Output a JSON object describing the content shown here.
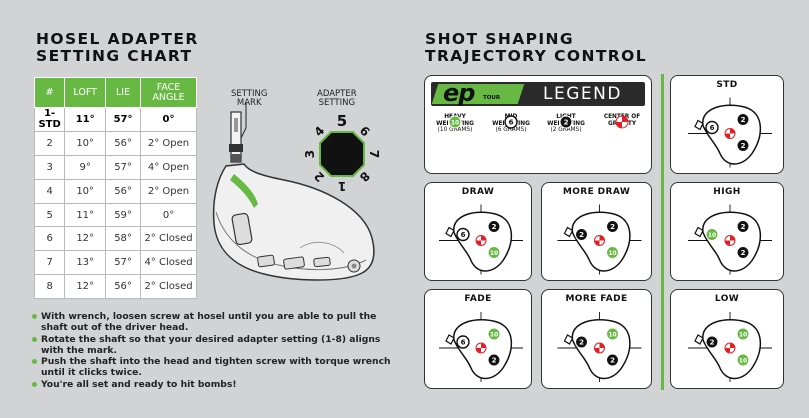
{
  "left": {
    "title_line1": "HOSEL ADAPTER",
    "title_line2": "SETTING CHART",
    "table": {
      "headers": [
        "#",
        "LOFT",
        "LIE",
        "FACE ANGLE"
      ],
      "rows": [
        [
          "1-STD",
          "11°",
          "57°",
          "0°"
        ],
        [
          "2",
          "10°",
          "56°",
          "2° Open"
        ],
        [
          "3",
          "9°",
          "57°",
          "4° Open"
        ],
        [
          "4",
          "10°",
          "56°",
          "2° Open"
        ],
        [
          "5",
          "11°",
          "59°",
          "0°"
        ],
        [
          "6",
          "12°",
          "58°",
          "2° Closed"
        ],
        [
          "7",
          "13°",
          "57°",
          "4° Closed"
        ],
        [
          "8",
          "12°",
          "56°",
          "2° Closed"
        ]
      ]
    },
    "setting_mark_label": "SETTING\nMARK",
    "adapter_setting_label": "ADAPTER\nSETTING",
    "dial_numbers": [
      "1",
      "2",
      "3",
      "4",
      "5",
      "6",
      "7",
      "8"
    ],
    "bullets": [
      "With wrench, loosen screw at hosel until you are able to pull the shaft out of the driver head.",
      "Rotate the shaft so that your desired adapter setting (1-8) aligns with the mark.",
      "Push the shaft into the head and tighten screw with torque wrench until it clicks twice.",
      "You're all set and ready to hit bombs!"
    ]
  },
  "right": {
    "title_line1": "SHOT SHAPING",
    "title_line2": "TRAJECTORY CONTROL",
    "legend": {
      "logo": "ep",
      "logo_sub": "TOUR",
      "title": "LEGEND",
      "items": [
        {
          "glyph": "10",
          "name": "HEAVY\nWEIGHTING",
          "sub": "(10 GRAMS)"
        },
        {
          "glyph": "6",
          "name": "MID\nWEIGHTING",
          "sub": "(6 GRAMS)"
        },
        {
          "glyph": "2",
          "name": "LIGHT\nWEIGHTING",
          "sub": "(2 GRAMS)"
        },
        {
          "glyph": "",
          "name": "CENTER OF\nGRAVITY",
          "sub": ""
        }
      ]
    },
    "cards": [
      {
        "id": "std",
        "label": "STD",
        "w": [
          {
            "pos": "heel",
            "g": "6"
          },
          {
            "pos": "toe",
            "g": "2"
          },
          {
            "pos": "back",
            "g": "2"
          }
        ]
      },
      {
        "id": "draw",
        "label": "DRAW",
        "w": [
          {
            "pos": "toe",
            "g": "2"
          },
          {
            "pos": "heel",
            "g": "6"
          },
          {
            "pos": "back",
            "g": "10"
          }
        ]
      },
      {
        "id": "more-draw",
        "label": "MORE DRAW",
        "w": [
          {
            "pos": "toe",
            "g": "2"
          },
          {
            "pos": "heel",
            "g": "2"
          },
          {
            "pos": "back",
            "g": "10"
          }
        ]
      },
      {
        "id": "high",
        "label": "HIGH",
        "w": [
          {
            "pos": "toe",
            "g": "2"
          },
          {
            "pos": "heel",
            "g": "10"
          },
          {
            "pos": "back",
            "g": "2"
          }
        ]
      },
      {
        "id": "fade",
        "label": "FADE",
        "w": [
          {
            "pos": "toe",
            "g": "10"
          },
          {
            "pos": "heel",
            "g": "6"
          },
          {
            "pos": "back",
            "g": "2"
          }
        ]
      },
      {
        "id": "more-fade",
        "label": "MORE FADE",
        "w": [
          {
            "pos": "toe",
            "g": "10"
          },
          {
            "pos": "heel",
            "g": "2"
          },
          {
            "pos": "back",
            "g": "2"
          }
        ]
      },
      {
        "id": "low",
        "label": "LOW",
        "w": [
          {
            "pos": "toe",
            "g": "10"
          },
          {
            "pos": "heel",
            "g": "2"
          },
          {
            "pos": "back",
            "g": "10"
          }
        ]
      }
    ]
  },
  "colors": {
    "green": "#68b944",
    "cog_red": "#e31e24",
    "card_border": "#333333",
    "background": "#d2d3d5"
  }
}
